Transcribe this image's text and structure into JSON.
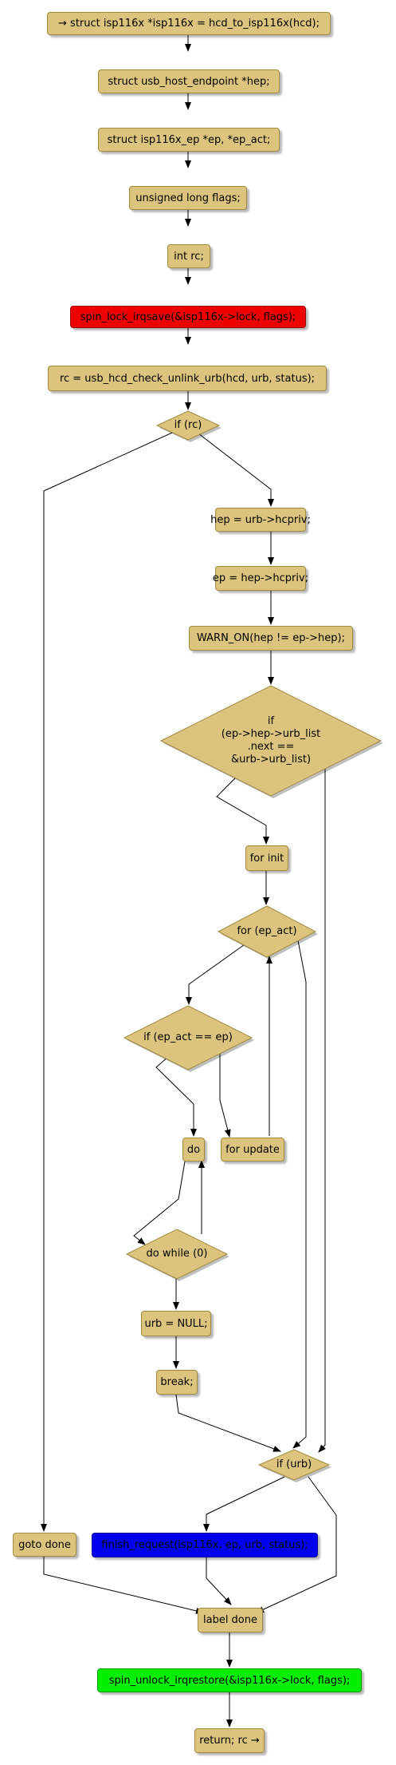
{
  "colors": {
    "node_fill": "#dcc47e",
    "node_border": "#a08a3c",
    "red": "#ee0000",
    "blue": "#0000ee",
    "green": "#00ee00",
    "edge": "#000000"
  },
  "nodes": {
    "start": "→ struct isp116x *isp116x = hcd_to_isp116x(hcd);",
    "hep_decl": "struct usb_host_endpoint *hep;",
    "ep_decl": "struct isp116x_ep *ep, *ep_act;",
    "flags_decl": "unsigned long flags;",
    "rc_decl": "int rc;",
    "spin_lock": "spin_lock_irqsave(&isp116x->lock, flags);",
    "check_unlink": "rc = usb_hcd_check_unlink_urb(hcd, urb, status);",
    "if_rc": "if (rc)",
    "hep_assign": "hep = urb->hcpriv;",
    "ep_assign": "ep = hep->hcpriv;",
    "warn_on": "WARN_ON(hep != ep->hep);",
    "if_urb_list": "if\n(ep->hep->urb_list\n.next ==\n&urb->urb_list)",
    "for_init": "for init",
    "for_ep_act": "for (ep_act)",
    "if_ep_act": "if (ep_act == ep)",
    "do": "do",
    "for_update": "for update",
    "do_while": "do while (0)",
    "urb_null": "urb = NULL;",
    "break": "break;",
    "if_urb": "if (urb)",
    "goto_done": "goto done",
    "finish_request": "finish_request(isp116x, ep, urb, status);",
    "label_done": "label done",
    "spin_unlock": "spin_unlock_irqrestore(&isp116x->lock, flags);",
    "return_rc": "return; rc →"
  }
}
